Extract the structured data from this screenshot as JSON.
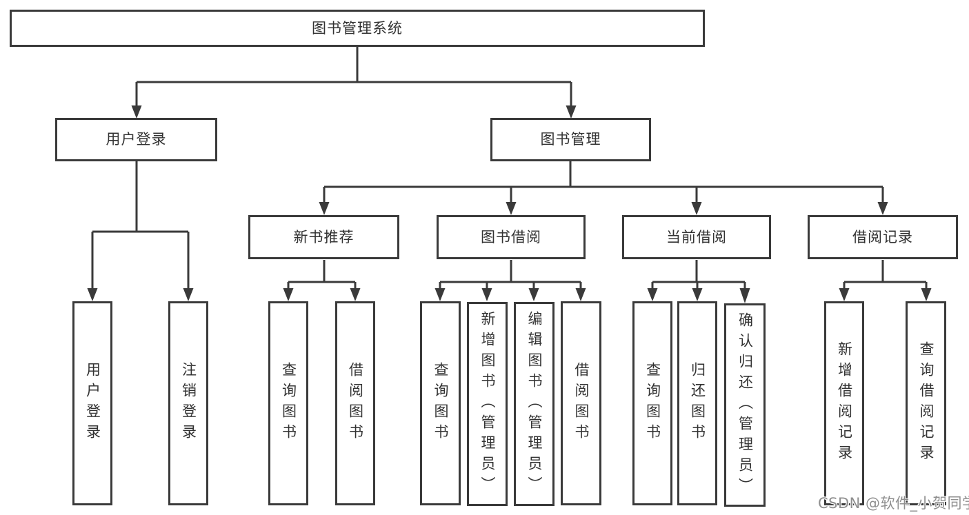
{
  "diagram": {
    "type": "tree",
    "root": "图书管理系统",
    "level2": [
      "用户登录",
      "图书管理"
    ],
    "level3": [
      "新书推荐",
      "图书借阅",
      "当前借阅",
      "借阅记录"
    ],
    "leaves": [
      "用户登录",
      "注销登录",
      "查询图书",
      "借阅图书",
      "查询图书",
      "新增图书（管理员）",
      "编辑图书（管理员）",
      "借阅图书",
      "查询图书",
      "归还图书",
      "确认归还（管理员）",
      "新增借阅记录",
      "查询借阅记录"
    ],
    "hierarchy": {
      "图书管理系统": {
        "用户登录": [
          "用户登录",
          "注销登录"
        ],
        "图书管理": {
          "新书推荐": [
            "查询图书",
            "借阅图书"
          ],
          "图书借阅": [
            "查询图书",
            "新增图书（管理员）",
            "编辑图书（管理员）",
            "借阅图书"
          ],
          "当前借阅": [
            "查询图书",
            "归还图书",
            "确认归还（管理员）"
          ],
          "借阅记录": [
            "新增借阅记录",
            "查询借阅记录"
          ]
        }
      }
    }
  },
  "watermark": "CSDN @软件_小贺同学",
  "colors": {
    "line": "#3a3a3a",
    "text": "#333333",
    "background": "#ffffff",
    "watermark": "#8f8f8f"
  }
}
